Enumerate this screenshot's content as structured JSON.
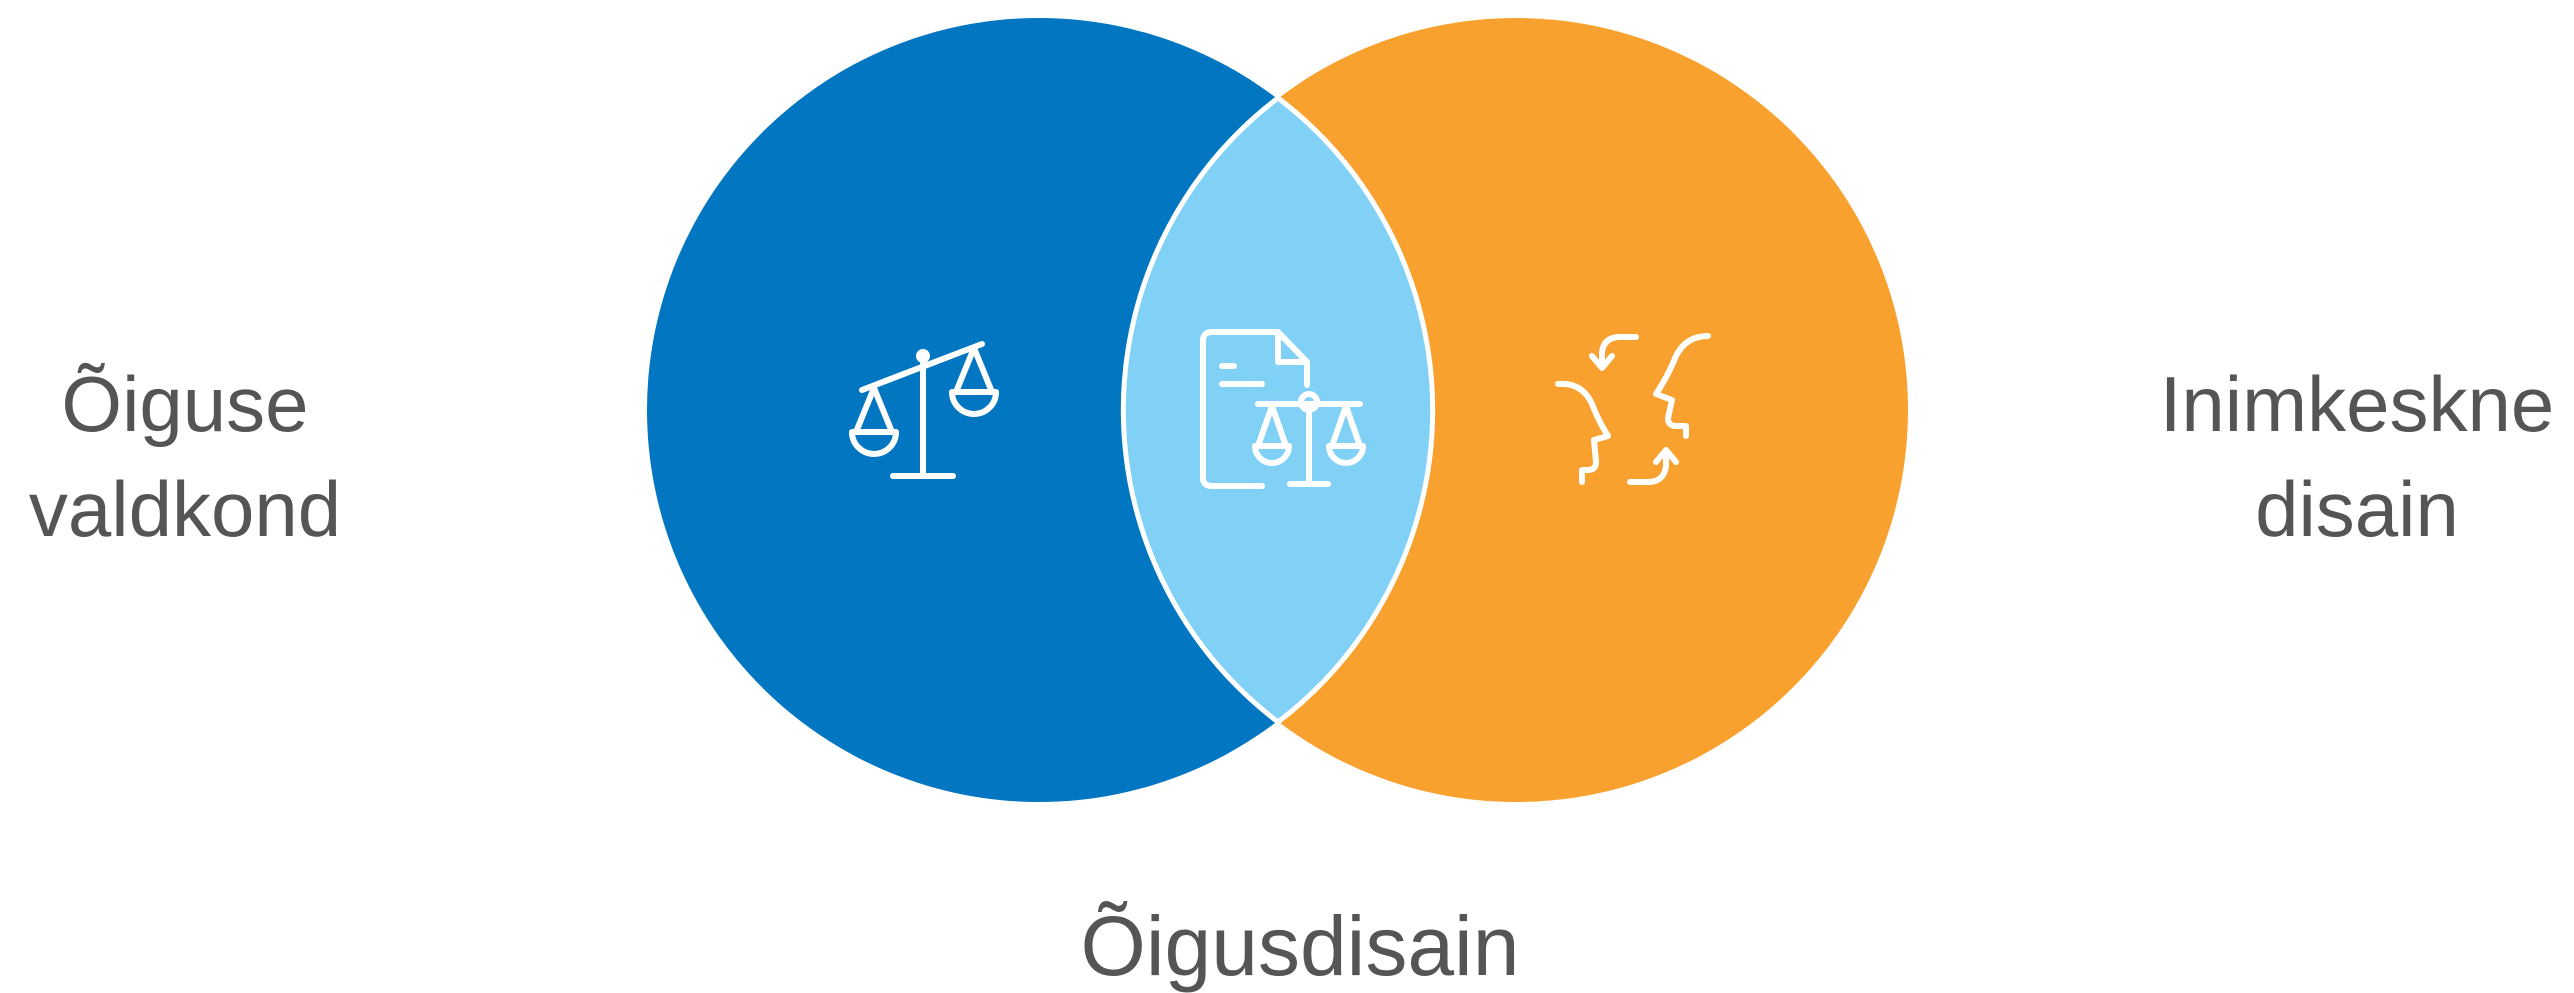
{
  "diagram": {
    "left_set": {
      "label_lines": [
        "Õiguse",
        "valdkond"
      ],
      "color": "#0276C0",
      "icon": "scales-of-justice-icon"
    },
    "right_set": {
      "label_lines": [
        "Inimkeskne",
        "disain"
      ],
      "color": "#F9A12E",
      "icon": "two-faces-exchange-icon"
    },
    "intersection": {
      "label": "Õigusdisain",
      "color": "#81D1F6",
      "icon": "legal-document-scales-icon"
    },
    "label_color": "#555555"
  }
}
